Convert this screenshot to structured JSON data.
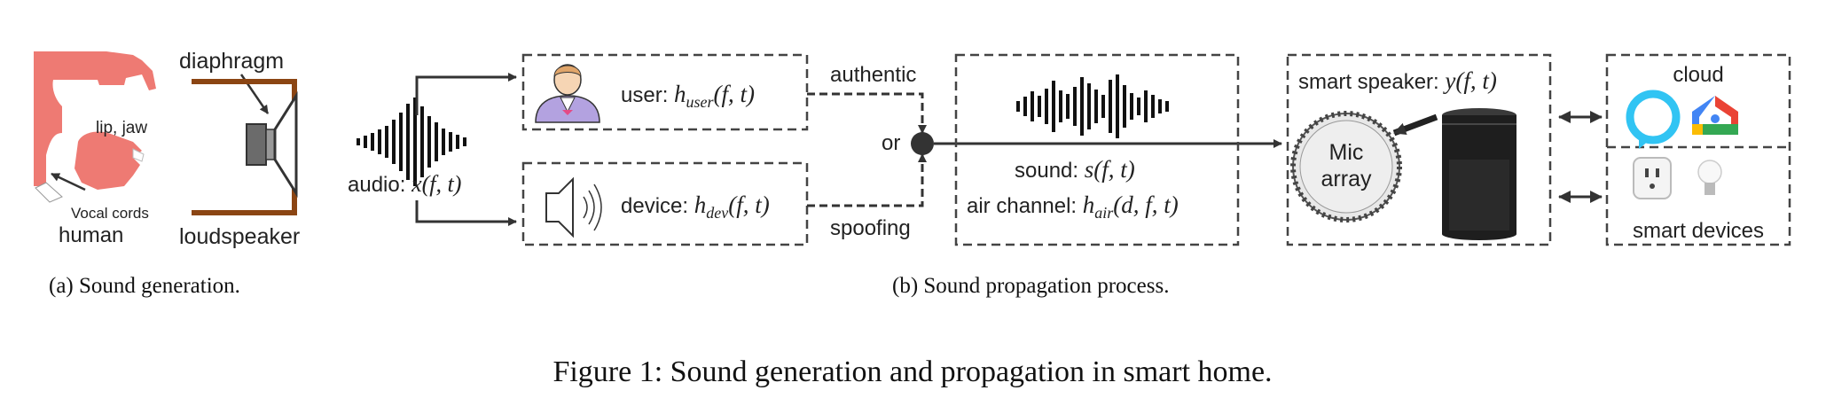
{
  "panel_a": {
    "labels": {
      "diaphragm": "diaphragm",
      "lip_jaw": "lip, jaw",
      "vocal_cords": "Vocal cords",
      "human": "human",
      "loudspeaker": "loudspeaker"
    },
    "caption": "(a)  Sound generation."
  },
  "panel_b": {
    "audio": {
      "prefix": "audio: ",
      "math": "x(f, t)"
    },
    "user": {
      "prefix": "user: ",
      "h": "h",
      "sub": "user",
      "args": "(f, t)"
    },
    "device": {
      "prefix": "device: ",
      "h": "h",
      "sub": "dev",
      "args": "(f, t)"
    },
    "authentic": "authentic",
    "or": "or",
    "spoofing": "spoofing",
    "sound": {
      "prefix": "sound: ",
      "math": "s(f, t)"
    },
    "air_channel": {
      "prefix": "air channel: ",
      "h": "h",
      "sub": "air",
      "args": "(d, f, t)"
    },
    "smart_speaker": {
      "prefix": "smart speaker: ",
      "math": "y(f, t)"
    },
    "mic_array": [
      "Mic",
      "array"
    ],
    "cloud": "cloud",
    "smart_devices": "smart devices",
    "caption": "(b)  Sound propagation process."
  },
  "figure_caption": "Figure 1: Sound generation and propagation in smart home.",
  "colors": {
    "anatomy": "#ee7a73",
    "frame": "#8b4513",
    "line": "#333333",
    "alexa": "#31c4f3",
    "google_red": "#ea4335",
    "google_yellow": "#fbbc04",
    "google_green": "#34a853",
    "google_blue": "#4285f4"
  }
}
